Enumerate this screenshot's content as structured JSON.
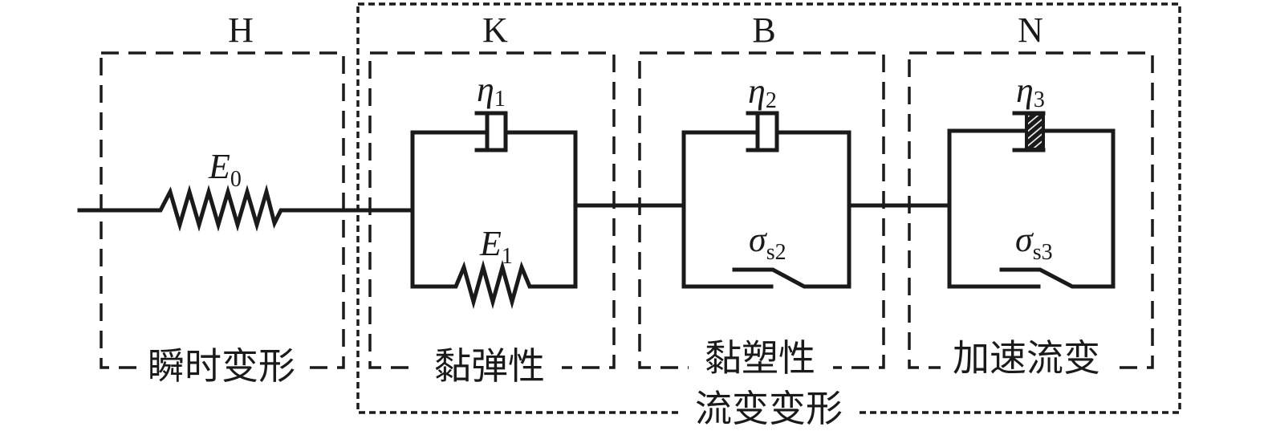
{
  "title": "Rheological creep model: H-K-B-N element series",
  "groups": {
    "overall_label": "流变变形",
    "H": {
      "letter": "H",
      "label": "瞬时变形",
      "element": {
        "type": "spring",
        "symbol": "E",
        "subscript": "0"
      }
    },
    "K": {
      "letter": "K",
      "label": "黏弹性",
      "elements": [
        {
          "type": "dashpot",
          "symbol": "η",
          "subscript": "1"
        },
        {
          "type": "spring",
          "symbol": "E",
          "subscript": "1"
        }
      ]
    },
    "B": {
      "letter": "B",
      "label": "黏塑性",
      "elements": [
        {
          "type": "dashpot",
          "symbol": "η",
          "subscript": "2"
        },
        {
          "type": "friction-slider",
          "symbol": "σ",
          "subscript": "s2"
        }
      ]
    },
    "N": {
      "letter": "N",
      "label": "加速流变",
      "elements": [
        {
          "type": "nonlinear-dashpot",
          "symbol": "η",
          "subscript": "3"
        },
        {
          "type": "friction-slider",
          "symbol": "σ",
          "subscript": "s3"
        }
      ]
    }
  },
  "colors": {
    "line": "#1a1a1a",
    "background": "#ffffff"
  }
}
